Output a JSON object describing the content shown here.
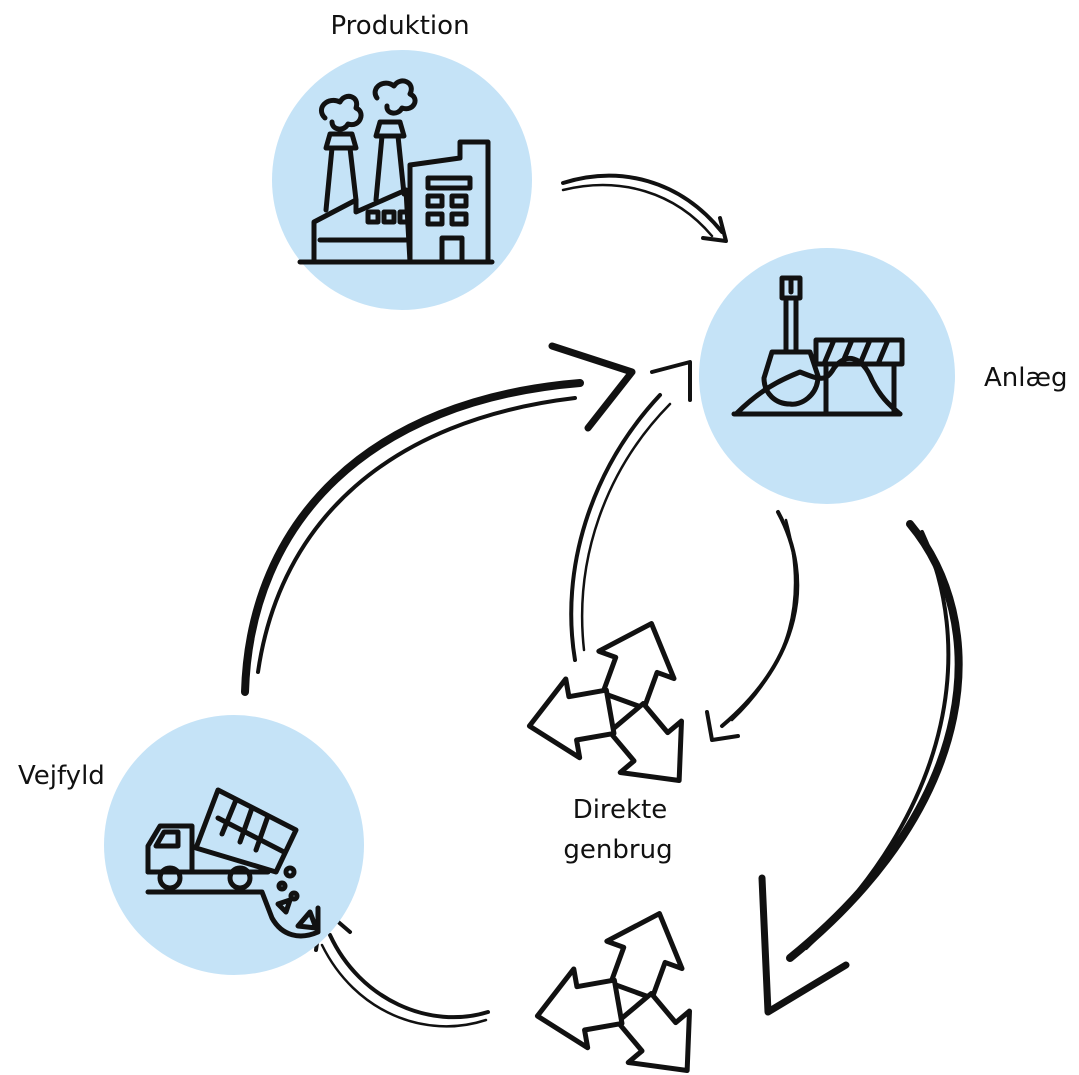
{
  "colors": {
    "node_fill": "#c5e3f7",
    "ink": "#111111",
    "background": "#ffffff"
  },
  "nodes": {
    "production": {
      "label": "Produktion",
      "icon": "factory-icon"
    },
    "construction": {
      "label": "Anlæg",
      "icon": "shovel-construction-icon"
    },
    "road_fill": {
      "label": "Vejfyld",
      "icon": "dump-truck-icon"
    },
    "direct_reuse": {
      "label_line1": "Direkte",
      "label_line2": "genbrug",
      "icon": "recycle-icon"
    },
    "recycling": {
      "icon": "recycle-icon"
    }
  },
  "flows": [
    {
      "from": "Produktion",
      "to": "Anlæg",
      "style": "thin"
    },
    {
      "from": "Anlæg",
      "to": "Direkte genbrug",
      "style": "thin"
    },
    {
      "from": "Direkte genbrug",
      "to": "Anlæg",
      "style": "thin"
    },
    {
      "from": "Anlæg",
      "to": "recycling",
      "style": "thick"
    },
    {
      "from": "recycling",
      "to": "Vejfyld",
      "style": "thin"
    },
    {
      "from": "Vejfyld",
      "to": "Anlæg",
      "style": "thick"
    }
  ]
}
